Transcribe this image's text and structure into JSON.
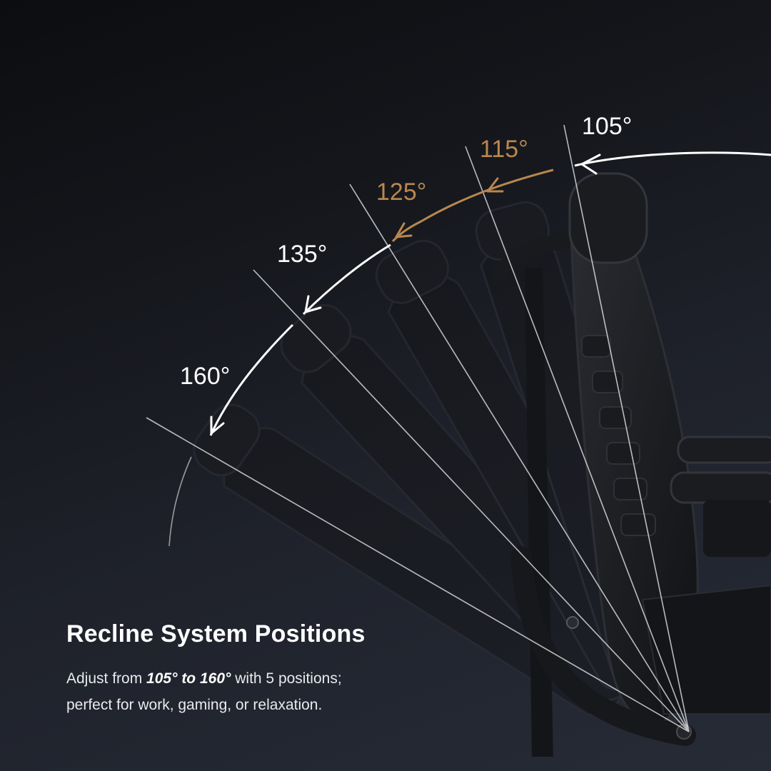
{
  "angles": [
    {
      "label": "105°",
      "highlight": false
    },
    {
      "label": "115°",
      "highlight": true
    },
    {
      "label": "125°",
      "highlight": true
    },
    {
      "label": "135°",
      "highlight": false
    },
    {
      "label": "160°",
      "highlight": false
    }
  ],
  "caption": {
    "title": "Recline System Positions",
    "body_prefix": "Adjust from ",
    "body_emphasis": "105° to 160°",
    "body_mid": " with 5 positions;",
    "body_line2": "perfect for work, gaming, or relaxation."
  },
  "colors": {
    "background": "#1c1f27",
    "arc_white": "#ffffff",
    "arc_accent": "#b9874f",
    "text": "#ffffff"
  }
}
